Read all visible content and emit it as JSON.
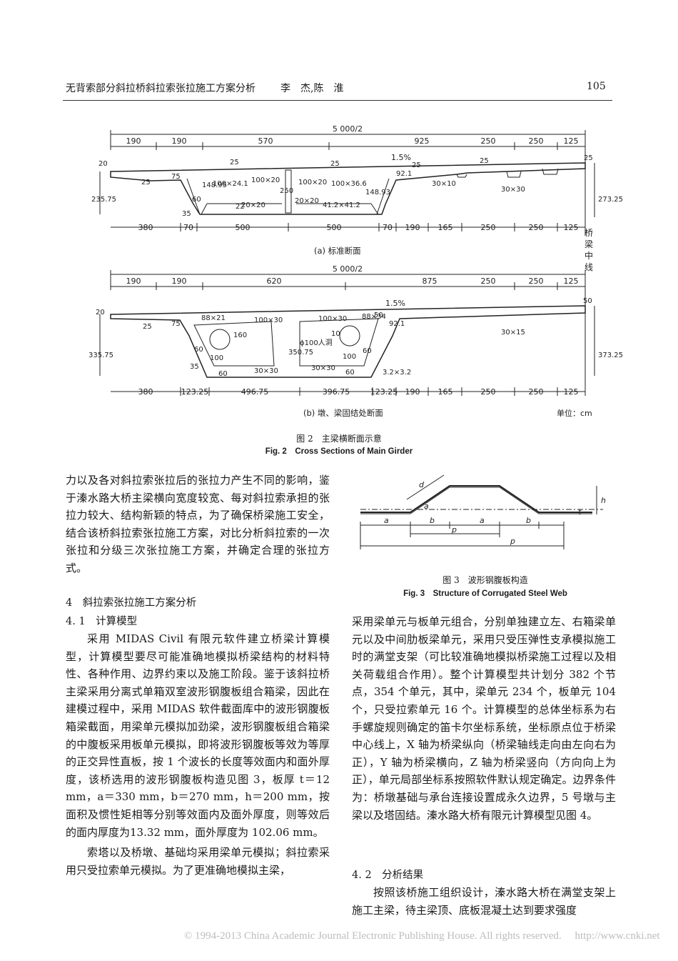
{
  "header": {
    "running_title": "无背索部分斜拉桥斜拉索张拉施工方案分析",
    "authors": "李　杰,陈　淮",
    "page_number": "105"
  },
  "fig2": {
    "top_section": {
      "total_dim": "5 000/2",
      "top_dims": [
        "190",
        "190",
        "570",
        "925",
        "250",
        "250",
        "125"
      ],
      "bottom_dims": [
        "380",
        "70",
        "500",
        "500",
        "70",
        "190",
        "165",
        "250",
        "250",
        "125"
      ],
      "slope": "1.5%",
      "labels": [
        "20",
        "25",
        "75",
        "25",
        "100×24.1",
        "100×20",
        "25",
        "100×20",
        "100×36.6",
        "92.1",
        "25",
        "25",
        "25",
        "148.95",
        "60",
        "35",
        "250",
        "22",
        "20×20",
        "20×20",
        "41.2×41.2",
        "148.93",
        "30×10",
        "30×30",
        "235.75",
        "273.25"
      ],
      "subcaption": "(a) 标准断面"
    },
    "centerline_label": [
      "桥",
      "梁",
      "中",
      "线"
    ],
    "bottom_section": {
      "total_dim": "5 000/2",
      "top_dims": [
        "190",
        "190",
        "620",
        "875",
        "250",
        "250",
        "125"
      ],
      "bottom_dims": [
        "380",
        "123.25",
        "496.75",
        "396.75",
        "123.25",
        "190",
        "165",
        "250",
        "250",
        "125"
      ],
      "slope": "1.5%",
      "labels": [
        "20",
        "25",
        "75",
        "88×21",
        "100×30",
        "100×30",
        "88×34",
        "50",
        "92.1",
        "50",
        "160",
        "10",
        "60",
        "100",
        "350.75",
        "ϕ100人洞",
        "100",
        "60",
        "35",
        "60",
        "30×30",
        "30×30",
        "60",
        "3.2×3.2",
        "30×15",
        "335.75",
        "373.25"
      ],
      "subcaption": "(b) 墩、梁固结处断面",
      "unit": "单位：cm"
    },
    "caption_zh": "图 2　主梁横断面示意",
    "caption_en": "Fig. 2　Cross Sections of Main Girder"
  },
  "fig3": {
    "labels": [
      "d",
      "h",
      "a",
      "t",
      "a",
      "b",
      "a",
      "b",
      "p",
      "p"
    ],
    "caption_zh": "图 3　波形钢腹板构造",
    "caption_en": "Fig. 3　Structure of Corrugated Steel Web"
  },
  "left_column": {
    "intro": "力以及各对斜拉索张拉后的张拉力产生不同的影响，鉴于溱水路大桥主梁横向宽度较宽、每对斜拉索承担的张拉力较大、结构新颖的特点，为了确保桥梁施工安全，结合该桥斜拉索张拉施工方案，对比分析斜拉索的一次张拉和分级三次张拉施工方案，并确定合理的张拉方式。",
    "sec4": "4　斜拉索张拉施工方案分析",
    "sec41": "4. 1　计算模型",
    "para1": "采用 MIDAS Civil 有限元软件建立桥梁计算模型，计算模型要尽可能准确地模拟桥梁结构的材料特性、各种作用、边界约束以及施工阶段。鉴于该斜拉桥主梁采用分离式单箱双室波形钢腹板组合箱梁，因此在建模过程中，采用 MIDAS 软件截面库中的波形钢腹板箱梁截面，用梁单元模拟加劲梁，波形钢腹板组合箱梁的中腹板采用板单元模拟，即将波形钢腹板等效为等厚的正交异性直板，按 1 个波长的长度等效面内和面外厚度，该桥选用的波形钢腹板构造见图 3，板厚 t＝12 mm，a＝330 mm，b＝270 mm，h＝200 mm，按面积及惯性矩相等分别等效面内及面外厚度，则等效后的面内厚度为13.32 mm，面外厚度为 102.06 mm。",
    "para2": "索塔以及桥墩、基础均采用梁单元模拟；斜拉索采用只受拉索单元模拟。为了更准确地模拟主梁，"
  },
  "right_column": {
    "para1": "采用梁单元与板单元组合，分别单独建立左、右箱梁单元以及中间肋板梁单元，采用只受压弹性支承模拟施工时的满堂支架（可比较准确地模拟桥梁施工过程以及相关荷载组合作用）。整个计算模型共计划分 382 个节点，354 个单元，其中，梁单元 234 个，板单元 104 个，只受拉索单元 16 个。计算模型的总体坐标系为右手螺旋规则确定的笛卡尔坐标系统，坐标原点位于桥梁中心线上，X 轴为桥梁纵向（桥梁轴线走向由左向右为正），Y 轴为桥梁横向，Z 轴为桥梁竖向（方向向上为正），单元局部坐标系按照软件默认规定确定。边界条件为：桥墩基础与承台连接设置成永久边界，5 号墩与主梁以及塔固结。溱水路大桥有限元计算模型见图 4。",
    "sec42": "4. 2　分析结果",
    "para2": "按照该桥施工组织设计，溱水路大桥在满堂支架上施工主梁，待主梁顶、底板混凝土达到要求强度"
  },
  "footer": "© 1994-2013 China Academic Journal Electronic Publishing House. All rights reserved.　 http://www.cnki.net"
}
